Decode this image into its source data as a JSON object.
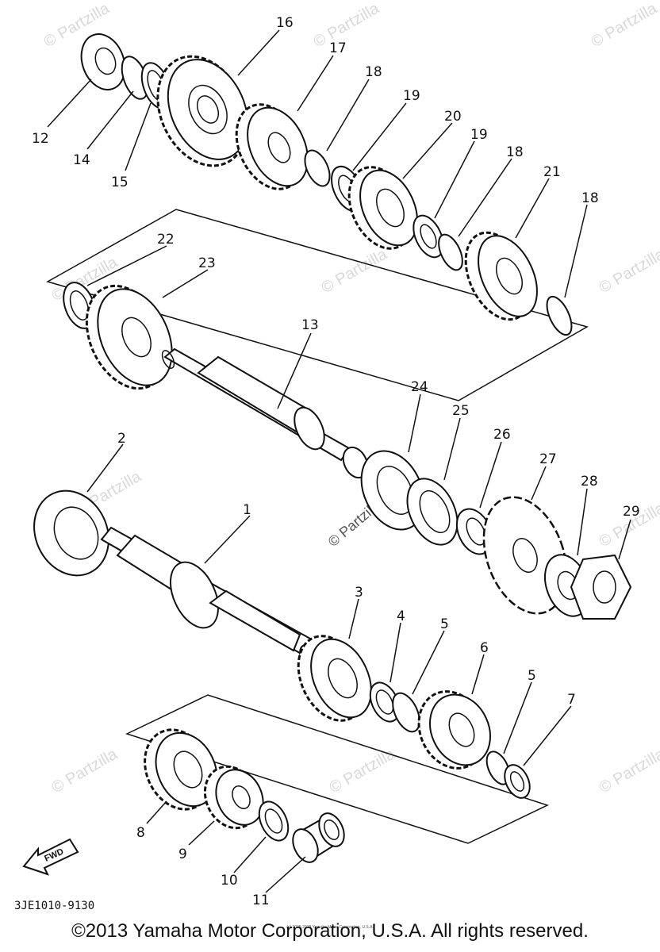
{
  "diagram": {
    "code": "3JE1010-9130",
    "fwd_label": "FWD",
    "watermark": "© Partzilla",
    "watermark_center": "© Partzilla.com",
    "callouts": [
      "1",
      "2",
      "3",
      "4",
      "5",
      "6",
      "7",
      "8",
      "9",
      "10",
      "11",
      "12",
      "13",
      "14",
      "15",
      "16",
      "17",
      "18",
      "19",
      "20",
      "21",
      "22",
      "23",
      "24",
      "25",
      "26",
      "27",
      "28",
      "29"
    ]
  },
  "footer": {
    "copyright": "©2013 Yamaha Motor Corporation, U.S.A. All rights reserved.",
    "tiny_copyright": "(c) 2005-2018 Yamaha Motor Corporation, U.S.A."
  }
}
